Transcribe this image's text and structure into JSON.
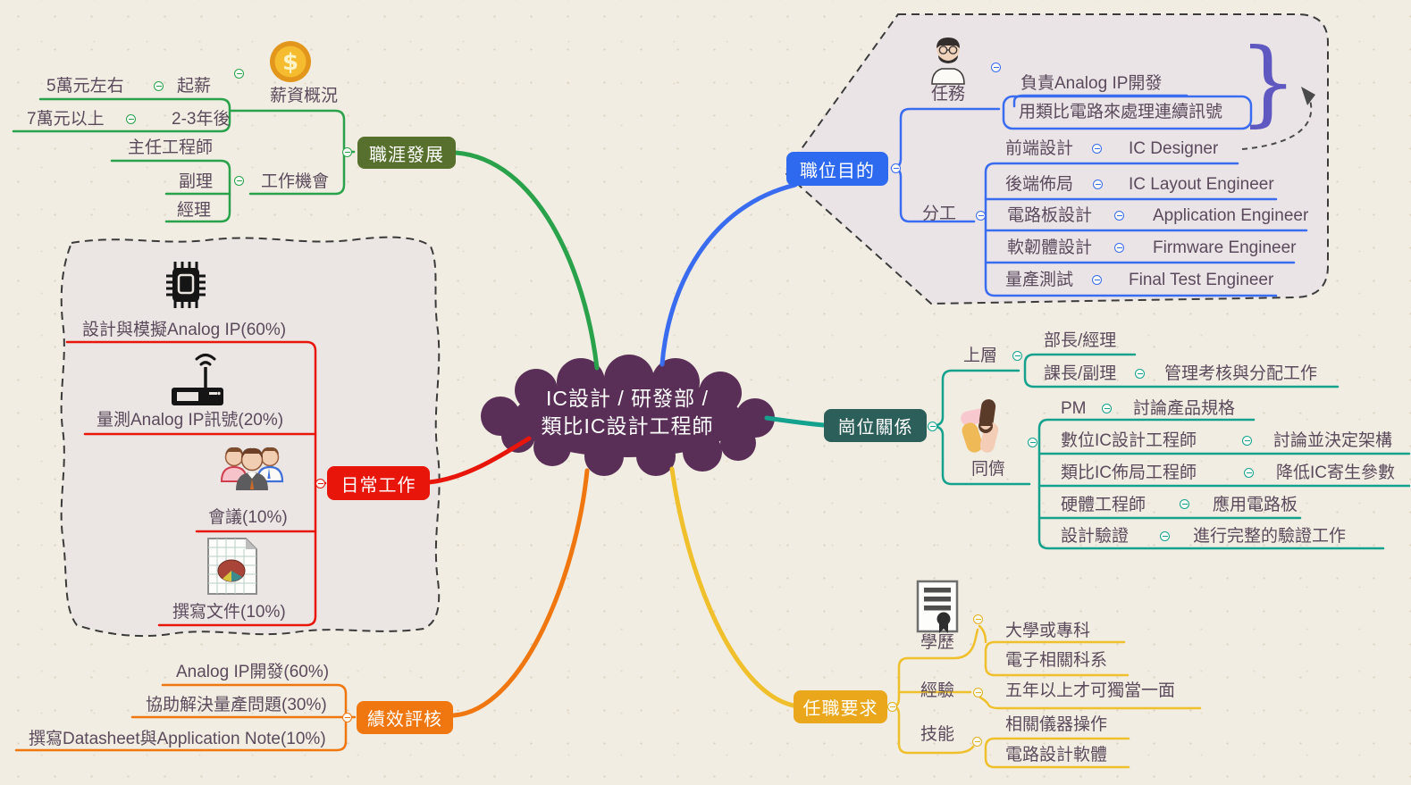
{
  "cloud": {
    "line1": "IC設計 / 研發部 /",
    "line2": "類比IC設計工程師",
    "color": "#5a2f57"
  },
  "colors": {
    "background": "#f1ede2",
    "topic_text": "#5b4a5c",
    "green_line": "#29a24b",
    "career_node": "#57702d",
    "blue_line": "#3a6cf0",
    "purpose_node": "#2e6af0",
    "teal_line": "#14a28e",
    "relations_node": "#2c5f5a",
    "red": "#e8150b",
    "orange": "#f0770f",
    "gold_line": "#f0c02c",
    "requirements_node": "#eaa71b",
    "brace": "#5f58c0"
  },
  "branches": {
    "career": {
      "node": "職涯發展",
      "salary": {
        "icon": "coin-icon",
        "label": "薪資概況",
        "rows": [
          {
            "value": "5萬元左右",
            "label": "起薪"
          },
          {
            "value": "7萬元以上",
            "label": "2-3年後"
          }
        ]
      },
      "jobs": {
        "label": "工作機會",
        "items": [
          "主任工程師",
          "副理",
          "經理"
        ]
      }
    },
    "purpose": {
      "node": "職位目的",
      "task": {
        "icon": "person-avatar-icon",
        "label": "任務",
        "items": [
          "負責Analog IP開發",
          "用類比電路來處理連續訊號"
        ]
      },
      "division": {
        "label": "分工",
        "rows": [
          {
            "zh": "前端設計",
            "en": "IC Designer"
          },
          {
            "zh": "後端佈局",
            "en": "IC Layout Engineer"
          },
          {
            "zh": "電路板設計",
            "en": "Application Engineer"
          },
          {
            "zh": "軟韌體設計",
            "en": "Firmware Engineer"
          },
          {
            "zh": "量產測試",
            "en": "Final Test Engineer"
          }
        ]
      }
    },
    "relations": {
      "node": "崗位關係",
      "upper": {
        "label": "上層",
        "rows": [
          {
            "who": "部長/經理",
            "note": ""
          },
          {
            "who": "課長/副理",
            "note": "管理考核與分配工作"
          }
        ]
      },
      "peers": {
        "icon": "holding-hands-icon",
        "label": "同儕",
        "rows": [
          {
            "who": "PM",
            "note": "討論產品規格"
          },
          {
            "who": "數位IC設計工程師",
            "note": "討論並決定架構"
          },
          {
            "who": "類比IC佈局工程師",
            "note": "降低IC寄生參數"
          },
          {
            "who": "硬體工程師",
            "note": "應用電路板"
          },
          {
            "who": "設計驗證",
            "note": "進行完整的驗證工作"
          }
        ]
      }
    },
    "daily": {
      "node": "日常工作",
      "items": [
        {
          "icon": "chip-icon",
          "label": "設計與模擬Analog IP(60%)"
        },
        {
          "icon": "signal-device-icon",
          "label": "量測Analog IP訊號(20%)"
        },
        {
          "icon": "meeting-people-icon",
          "label": "會議(10%)"
        },
        {
          "icon": "document-chart-icon",
          "label": "撰寫文件(10%)"
        }
      ]
    },
    "performance": {
      "node": "績效評核",
      "items": [
        "Analog IP開發(60%)",
        "協助解決量產問題(30%)",
        "撰寫Datasheet與Application Note(10%)"
      ]
    },
    "requirements": {
      "node": "任職要求",
      "education": {
        "icon": "certificate-icon",
        "label": "學歷",
        "items": [
          "大學或專科",
          "電子相關科系"
        ]
      },
      "experience": {
        "label": "經驗",
        "items": [
          "五年以上才可獨當一面"
        ]
      },
      "skills": {
        "label": "技能",
        "items": [
          "相關儀器操作",
          "電路設計軟體"
        ]
      }
    }
  }
}
